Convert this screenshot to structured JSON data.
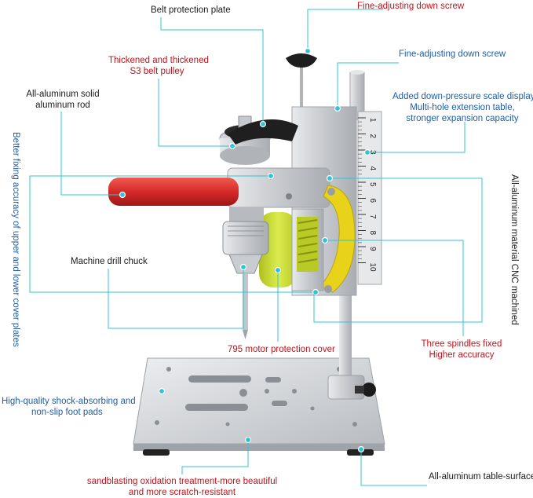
{
  "labels": {
    "belt_protection_plate": "Belt protection plate",
    "fine_adjusting_top": "Fine-adjusting down screw",
    "fine_adjusting_mid": "Fine-adjusting down screw",
    "belt_pulley_line1": "Thickened and thickened",
    "belt_pulley_line2": "S3 belt pulley",
    "aluminum_rod_line1": "All-aluminum solid",
    "aluminum_rod_line2": "aluminum rod",
    "scale_line1": "Added down-pressure scale display",
    "scale_line2": "Multi-hole extension table,",
    "scale_line3": "stronger expansion capacity",
    "fixing_accuracy": "Better fixing accuracy of upper and lower cover plates",
    "cnc_machined": "All-aluminum material CNC machined",
    "drill_chuck": "Machine drill chuck",
    "motor_cover": "795 motor protection cover",
    "spindles_line1": "Three spindles fixed",
    "spindles_line2": "Higher accuracy",
    "foot_pads_line1": "High-quality shock-absorbing and",
    "foot_pads_line2": "non-slip foot pads",
    "sandblasting_line1": "sandblasting oxidation treatment-more beautiful",
    "sandblasting_line2": "and more scratch-resistant",
    "table_surface": "All-aluminum table-surface"
  },
  "ruler_ticks": [
    "1",
    "2",
    "3",
    "4",
    "5",
    "6",
    "7",
    "8",
    "9",
    "10"
  ],
  "colors": {
    "callout_line": "#31c4d3",
    "red_text": "#c0141a",
    "blue_text": "#1f5fa8",
    "dark_text": "#1a1a1a",
    "handle": "#d62a2a",
    "arm_yellow": "#e8d21a",
    "motor_green": "#cfe03a",
    "aluminum": "#c9ccd0"
  }
}
